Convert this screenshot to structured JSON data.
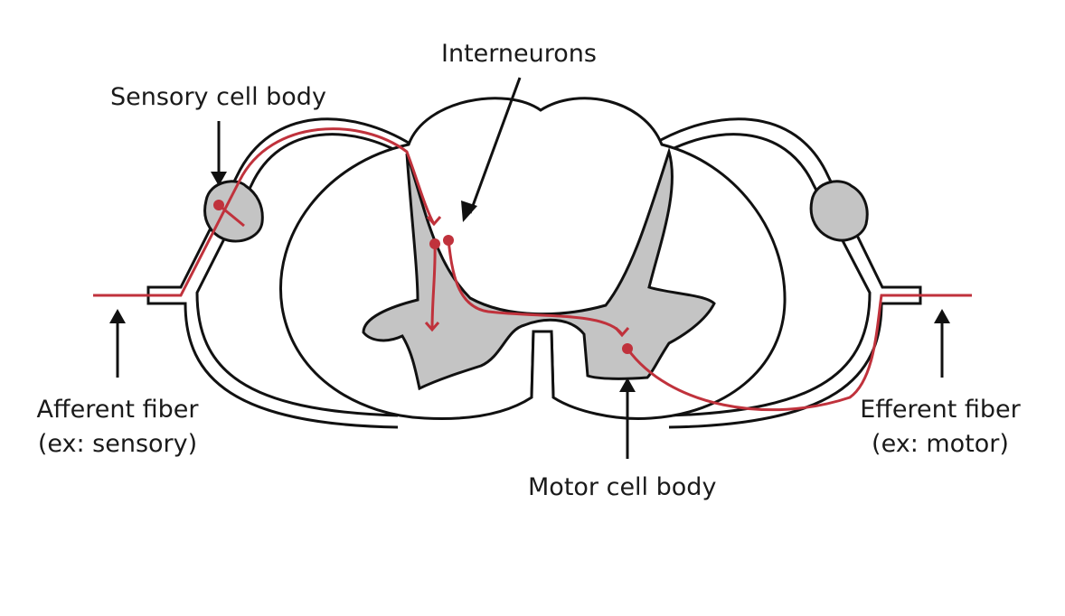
{
  "labels": {
    "interneurons": "Interneurons",
    "sensory_cell_body": "Sensory cell body",
    "afferent_fiber": "Afferent fiber",
    "afferent_example": "(ex: sensory)",
    "efferent_fiber": "Efferent fiber",
    "efferent_example": "(ex: motor)",
    "motor_cell_body": "Motor cell body"
  },
  "colors": {
    "outline": "#111111",
    "gray_matter": "#c4c4c4",
    "neuron_pathway": "#c0323c",
    "background": "#ffffff"
  }
}
